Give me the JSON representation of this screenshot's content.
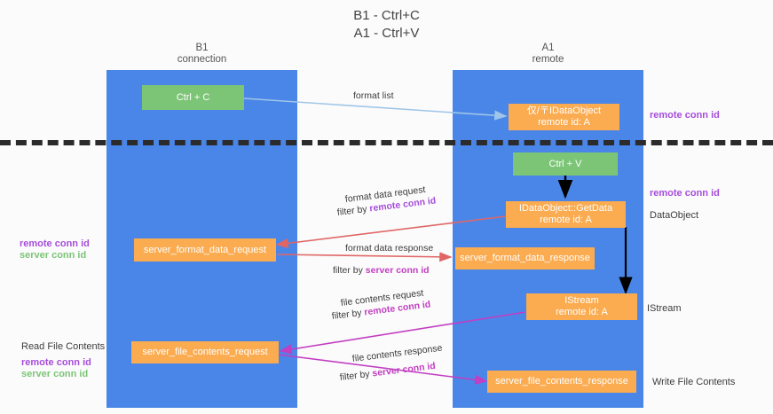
{
  "title": {
    "line1": "B1 - Ctrl+C",
    "line2": "A1 - Ctrl+V"
  },
  "columns": [
    {
      "name": "B1",
      "role": "connection"
    },
    {
      "name": "A1",
      "role": "remote"
    }
  ],
  "nodes": {
    "ctrl_c": "Ctrl + C",
    "idataobject_top_line1": "仅/〒IDataObject",
    "idataobject_top_line2": "remote id: A",
    "ctrl_v": "Ctrl + V",
    "getdata_line1": "IDataObject::GetData",
    "getdata_line2": "remote id: A",
    "server_format_data_request": "server_format_data_request",
    "server_format_data_response": "server_format_data_response",
    "istream_line1": "IStream",
    "istream_line2": "remote id: A",
    "server_file_contents_request": "server_file_contents_request",
    "server_file_contents_response": "server_file_contents_response"
  },
  "edge_labels": {
    "format_list": "format list",
    "format_data_request": "format data request",
    "format_data_request_filter_prefix": "filter by ",
    "format_data_request_filter_key": "remote conn id",
    "format_data_response": "format data response",
    "format_data_response_filter_prefix": "filter by ",
    "format_data_response_filter_key": "server conn id",
    "file_contents_request": "file contents request",
    "file_contents_request_filter_prefix": "filter by ",
    "file_contents_request_filter_key": "remote conn id",
    "file_contents_response": "file contents response",
    "file_contents_response_filter_prefix": "filter by ",
    "file_contents_response_filter_key": "server conn id"
  },
  "right_labels": {
    "remote_conn_id_top": "remote conn id",
    "remote_conn_id_mid": "remote conn id",
    "dataobject": "DataObject",
    "istream": "IStream",
    "write_file_contents": "Write File Contents"
  },
  "left_labels": {
    "remote_conn_id_mid": "remote conn id",
    "server_conn_id_mid": "server conn id",
    "read_file_contents": "Read File Contents",
    "remote_conn_id_bottom": "remote conn id",
    "server_conn_id_bottom": "server conn id"
  },
  "colors": {
    "lane": "#4a86e8",
    "green_node": "#7cc576",
    "orange_node": "#fbab50",
    "purple": "#a64ddb",
    "magenta": "#c23ec2",
    "green_text": "#7cc576",
    "divider": "#2b2b2b",
    "arrow_blue": "#9fc5e8",
    "arrow_red": "#e06666",
    "arrow_black": "#000000",
    "arrow_magenta": "#c23ec2"
  }
}
